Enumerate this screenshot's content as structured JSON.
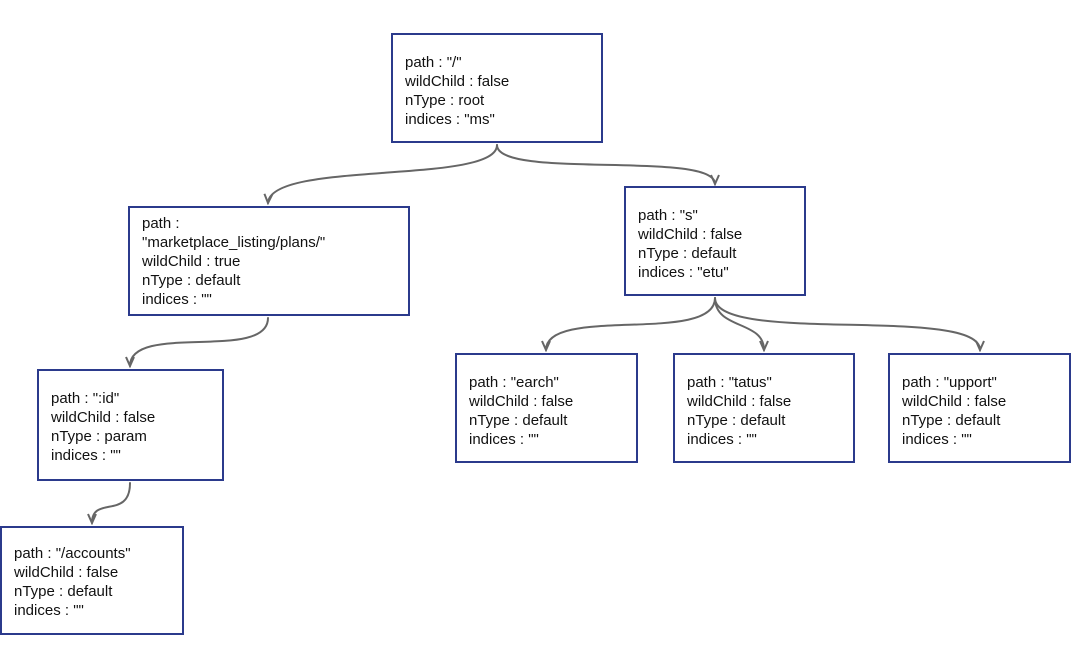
{
  "nodes": {
    "root": {
      "path": "path : \"/\"",
      "wildChild": "wildChild : false",
      "nType": "nType : root",
      "indices": "indices : \"ms\""
    },
    "marketplace": {
      "path": "path :",
      "path_value": "\"marketplace_listing/plans/\"",
      "wildChild": "wildChild : true",
      "nType": "nType : default",
      "indices": "indices : \"\""
    },
    "s": {
      "path": "path : \"s\"",
      "wildChild": "wildChild : false",
      "nType": "nType : default",
      "indices": "indices : \"etu\""
    },
    "id": {
      "path": "path : \":id\"",
      "wildChild": "wildChild : false",
      "nType": "nType : param",
      "indices": "indices : \"\""
    },
    "earch": {
      "path": "path : \"earch\"",
      "wildChild": "wildChild : false",
      "nType": "nType : default",
      "indices": "indices : \"\""
    },
    "tatus": {
      "path": "path : \"tatus\"",
      "wildChild": "wildChild : false",
      "nType": "nType : default",
      "indices": "indices : \"\""
    },
    "upport": {
      "path": "path : \"upport\"",
      "wildChild": "wildChild : false",
      "nType": "nType : default",
      "indices": "indices : \"\""
    },
    "accounts": {
      "path": "path : \"/accounts\"",
      "wildChild": "wildChild : false",
      "nType": "nType : default",
      "indices": "indices : \"\""
    }
  },
  "colors": {
    "node_border": "#2b3a8c",
    "edge": "#666666"
  }
}
